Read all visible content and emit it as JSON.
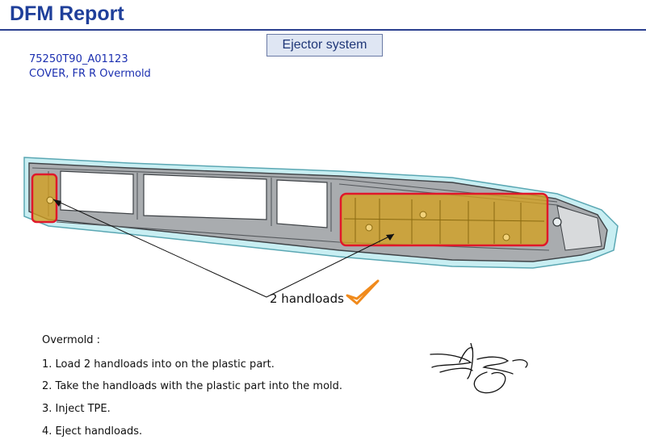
{
  "header": {
    "title": "DFM Report",
    "section_label": "Ejector system"
  },
  "part": {
    "number": "75250T90_A01123",
    "name": "COVER, FR R Overmold"
  },
  "figure": {
    "callout_label": "2 handloads",
    "highlight_color": "#d4a020",
    "outline_color": "#e0182a",
    "check_color": "#f08a1c"
  },
  "instructions": {
    "heading": "Overmold :",
    "steps": [
      "1. Load 2 handloads into on the plastic part.",
      "2. Take the handloads with the plastic part into the mold.",
      "3. Inject TPE.",
      "4. Eject handloads."
    ]
  },
  "colors": {
    "title": "#1f3f9a",
    "part_text": "#1b2fb0"
  }
}
